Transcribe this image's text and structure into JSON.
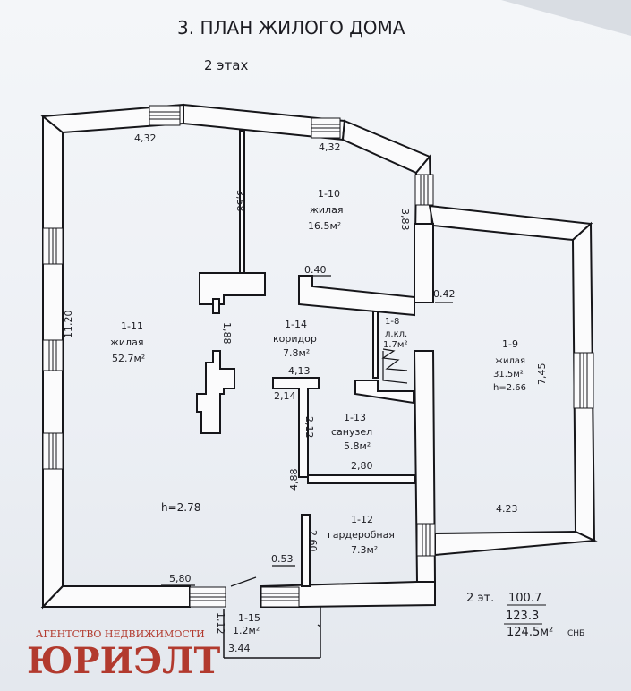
{
  "header": {
    "title": "3. ПЛАН ЖИЛОГО ДОМА",
    "floor": "2 этах"
  },
  "rooms": [
    {
      "id": "1-11",
      "type": "жилая",
      "area": "52.7м²"
    },
    {
      "id": "1-10",
      "type": "жилая",
      "area": "16.5м²"
    },
    {
      "id": "1-9",
      "type": "жилая",
      "area": "31.5м²",
      "height": "h=2.66"
    },
    {
      "id": "1-14",
      "type": "коридор",
      "area": "7.8м²"
    },
    {
      "id": "1-8",
      "type": "л.кл.",
      "area": "1.7м²"
    },
    {
      "id": "1-13",
      "type": "санузел",
      "area": "5.8м²"
    },
    {
      "id": "1-12",
      "type": "гардеробная",
      "area": "7.3м²"
    },
    {
      "id": "1-15",
      "area": "1.2м²"
    }
  ],
  "height_main": "h=2.78",
  "dimensions": {
    "d_4_32_a": "4,32",
    "d_4_32_b": "4,32",
    "d_3_58": "3,58",
    "d_3_83": "3,83",
    "d_0_40": "0.40",
    "d_0_42": "0.42",
    "d_11_20": "11,20",
    "d_1_88": "1,88",
    "d_4_13": "4,13",
    "d_2_14": "2,14",
    "d_2_12": "2,12",
    "d_2_80": "2,80",
    "d_4_88": "4,88",
    "d_7_45": "7,45",
    "d_4_23": "4.23",
    "d_2_60": "2,60",
    "d_0_53": "0.53",
    "d_5_80": "5,80",
    "d_1_12": "1,12",
    "d_3_44": "3.44"
  },
  "totals": {
    "floor": "2 эт.",
    "a": "100.7",
    "b": "123.3",
    "c": "124.5м²",
    "unit": "СНБ"
  },
  "watermark": {
    "line1": "АГЕНТСТВО НЕДВИЖИМОСТИ",
    "line2": "ЮРИЭЛТ"
  }
}
